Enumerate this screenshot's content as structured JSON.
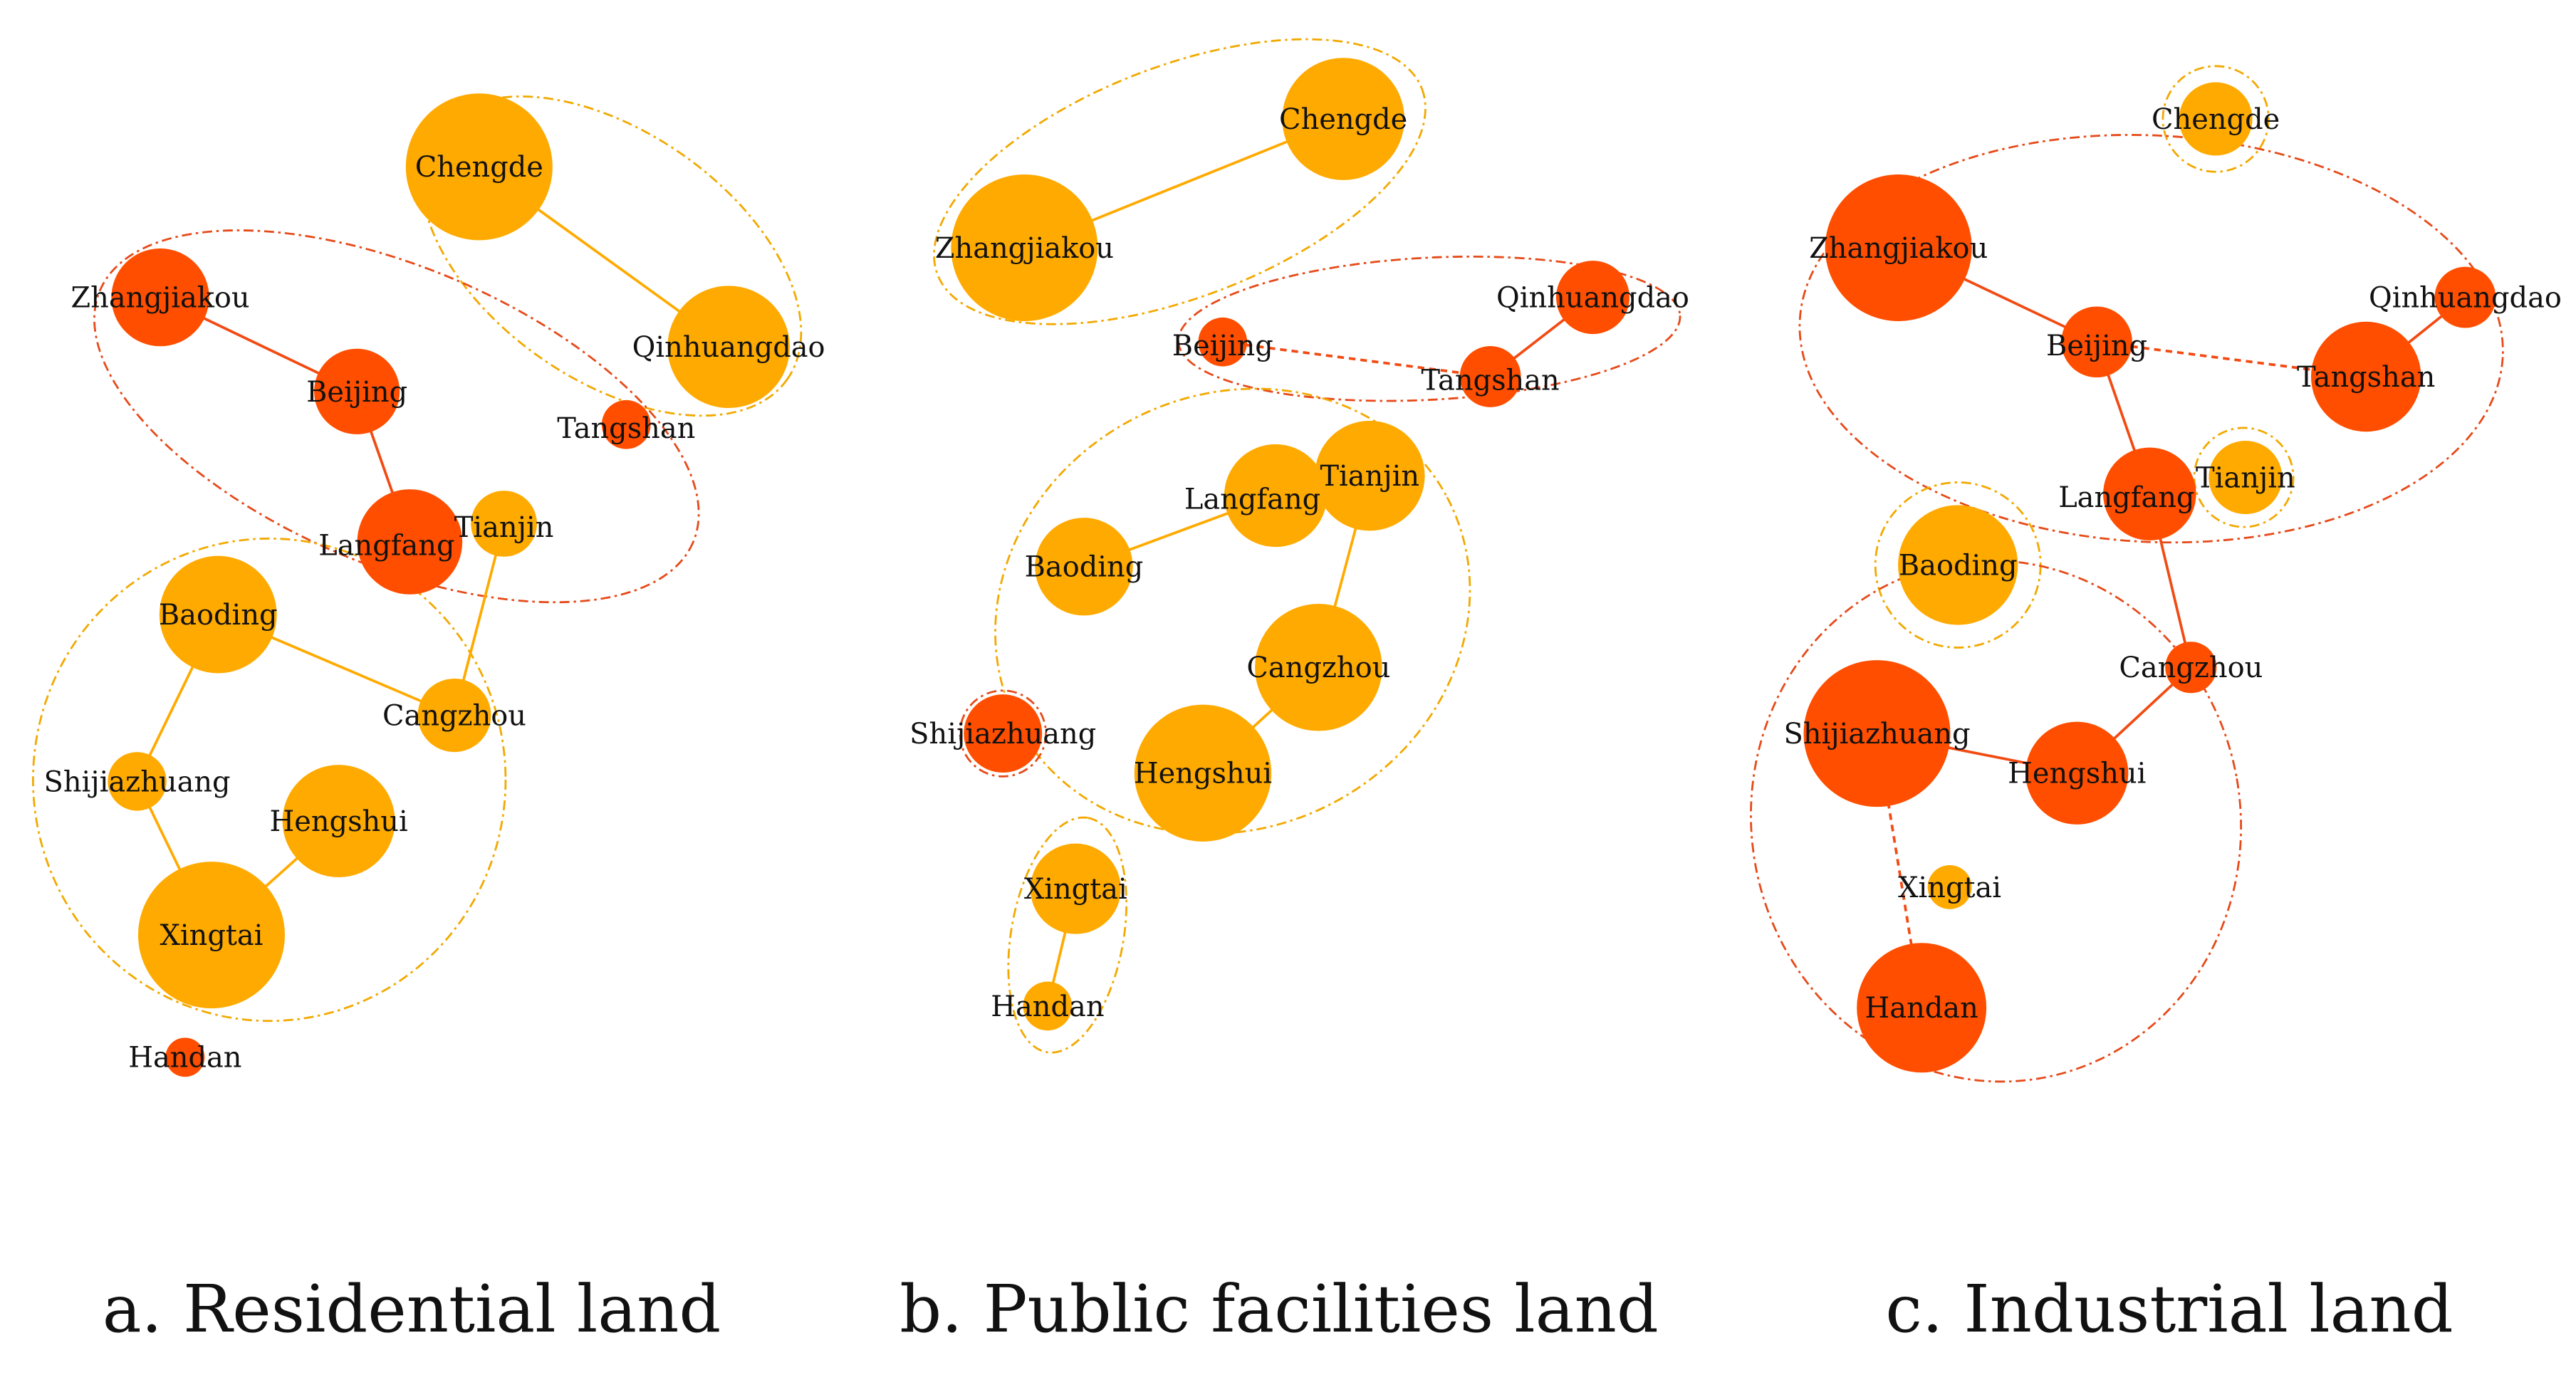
{
  "colors": {
    "orange": "#FFAA00",
    "red": "#FF4E00",
    "edge_orange": "#FFAA00",
    "edge_red": "#F24A12",
    "cluster_orange": "#F2A900",
    "cluster_red": "#E64A19"
  },
  "panels": [
    {
      "id": "a",
      "caption": "a. Residential land",
      "nodes": [
        {
          "name": "Chengde",
          "label": "Chengde",
          "color": "orange",
          "size": 6
        },
        {
          "name": "Qinhuangdao",
          "label": "Qinhuangdao",
          "color": "orange",
          "size": 5
        },
        {
          "name": "Zhangjiakou",
          "label": "Zhangjiakou",
          "color": "red",
          "size": 4
        },
        {
          "name": "Beijing",
          "label": "Beijing",
          "color": "red",
          "size": 3.5
        },
        {
          "name": "Tangshan",
          "label": "Tangshan",
          "color": "red",
          "size": 2
        },
        {
          "name": "Langfang",
          "label": "Langfang",
          "color": "red",
          "size": 4.3
        },
        {
          "name": "Tianjin",
          "label": "Tianjin",
          "color": "orange",
          "size": 2.7
        },
        {
          "name": "Baoding",
          "label": "Baoding",
          "color": "orange",
          "size": 4.8
        },
        {
          "name": "Cangzhou",
          "label": "Cangzhou",
          "color": "orange",
          "size": 3
        },
        {
          "name": "Shijiazhuang",
          "label": "Shijiazhuang",
          "color": "orange",
          "size": 2.4
        },
        {
          "name": "Hengshui",
          "label": "Hengshui",
          "color": "orange",
          "size": 4.6
        },
        {
          "name": "Xingtai",
          "label": "Xingtai",
          "color": "orange",
          "size": 6
        },
        {
          "name": "Handan",
          "label": "Handan",
          "color": "red",
          "size": 1.6
        }
      ],
      "edges": [
        {
          "from": "Chengde",
          "to": "Qinhuangdao",
          "color": "edge_orange",
          "dashed": false
        },
        {
          "from": "Zhangjiakou",
          "to": "Beijing",
          "color": "edge_red",
          "dashed": false
        },
        {
          "from": "Beijing",
          "to": "Langfang",
          "color": "edge_red",
          "dashed": false
        },
        {
          "from": "Tianjin",
          "to": "Cangzhou",
          "color": "edge_orange",
          "dashed": false
        },
        {
          "from": "Baoding",
          "to": "Cangzhou",
          "color": "edge_orange",
          "dashed": false
        },
        {
          "from": "Baoding",
          "to": "Shijiazhuang",
          "color": "edge_orange",
          "dashed": false
        },
        {
          "from": "Shijiazhuang",
          "to": "Xingtai",
          "color": "edge_orange",
          "dashed": false
        },
        {
          "from": "Hengshui",
          "to": "Xingtai",
          "color": "edge_orange",
          "dashed": false
        }
      ]
    },
    {
      "id": "b",
      "caption": "b. Public facilities land",
      "nodes": [
        {
          "name": "Chengde",
          "label": "Chengde",
          "color": "orange",
          "size": 5
        },
        {
          "name": "Zhangjiakou",
          "label": "Zhangjiakou",
          "color": "orange",
          "size": 6
        },
        {
          "name": "Qinhuangdao",
          "label": "Qinhuangdao",
          "color": "red",
          "size": 3
        },
        {
          "name": "Beijing",
          "label": "Beijing",
          "color": "red",
          "size": 2
        },
        {
          "name": "Tangshan",
          "label": "Tangshan",
          "color": "red",
          "size": 2.5
        },
        {
          "name": "Tianjin",
          "label": "Tianjin",
          "color": "orange",
          "size": 4.5
        },
        {
          "name": "Langfang",
          "label": "Langfang",
          "color": "orange",
          "size": 4.2
        },
        {
          "name": "Baoding",
          "label": "Baoding",
          "color": "orange",
          "size": 4
        },
        {
          "name": "Cangzhou",
          "label": "Cangzhou",
          "color": "orange",
          "size": 5.2
        },
        {
          "name": "Shijiazhuang",
          "label": "Shijiazhuang",
          "color": "red",
          "size": 3.2
        },
        {
          "name": "Hengshui",
          "label": "Hengshui",
          "color": "orange",
          "size": 5.6
        },
        {
          "name": "Xingtai",
          "label": "Xingtai",
          "color": "orange",
          "size": 3.7
        },
        {
          "name": "Handan",
          "label": "Handan",
          "color": "orange",
          "size": 2
        }
      ],
      "edges": [
        {
          "from": "Zhangjiakou",
          "to": "Chengde",
          "color": "edge_orange",
          "dashed": false
        },
        {
          "from": "Beijing",
          "to": "Tangshan",
          "color": "edge_red",
          "dashed": true
        },
        {
          "from": "Tangshan",
          "to": "Qinhuangdao",
          "color": "edge_red",
          "dashed": false
        },
        {
          "from": "Baoding",
          "to": "Langfang",
          "color": "edge_orange",
          "dashed": false
        },
        {
          "from": "Tianjin",
          "to": "Cangzhou",
          "color": "edge_orange",
          "dashed": false
        },
        {
          "from": "Cangzhou",
          "to": "Hengshui",
          "color": "edge_orange",
          "dashed": false
        },
        {
          "from": "Xingtai",
          "to": "Handan",
          "color": "edge_orange",
          "dashed": false
        }
      ]
    },
    {
      "id": "c",
      "caption": "c. Industrial land",
      "nodes": [
        {
          "name": "Chengde",
          "label": "Chengde",
          "color": "orange",
          "size": 3
        },
        {
          "name": "Zhangjiakou",
          "label": "Zhangjiakou",
          "color": "red",
          "size": 6
        },
        {
          "name": "Qinhuangdao",
          "label": "Qinhuangdao",
          "color": "red",
          "size": 2.5
        },
        {
          "name": "Beijing",
          "label": "Beijing",
          "color": "red",
          "size": 2.9
        },
        {
          "name": "Tangshan",
          "label": "Tangshan",
          "color": "red",
          "size": 4.5
        },
        {
          "name": "Langfang",
          "label": "Langfang",
          "color": "red",
          "size": 3.8
        },
        {
          "name": "Tianjin",
          "label": "Tianjin",
          "color": "orange",
          "size": 3
        },
        {
          "name": "Baoding",
          "label": "Baoding",
          "color": "orange",
          "size": 4.9
        },
        {
          "name": "Cangzhou",
          "label": "Cangzhou",
          "color": "red",
          "size": 2.1
        },
        {
          "name": "Shijiazhuang",
          "label": "Shijiazhuang",
          "color": "red",
          "size": 6
        },
        {
          "name": "Hengshui",
          "label": "Hengshui",
          "color": "red",
          "size": 4.2
        },
        {
          "name": "Xingtai",
          "label": "Xingtai",
          "color": "orange",
          "size": 1.8
        },
        {
          "name": "Handan",
          "label": "Handan",
          "color": "red",
          "size": 5.3
        }
      ],
      "edges": [
        {
          "from": "Zhangjiakou",
          "to": "Beijing",
          "color": "edge_red",
          "dashed": false
        },
        {
          "from": "Beijing",
          "to": "Tangshan",
          "color": "edge_red",
          "dashed": true
        },
        {
          "from": "Tangshan",
          "to": "Qinhuangdao",
          "color": "edge_red",
          "dashed": false
        },
        {
          "from": "Beijing",
          "to": "Langfang",
          "color": "edge_red",
          "dashed": false
        },
        {
          "from": "Langfang",
          "to": "Cangzhou",
          "color": "edge_red",
          "dashed": false
        },
        {
          "from": "Cangzhou",
          "to": "Hengshui",
          "color": "edge_red",
          "dashed": false
        },
        {
          "from": "Shijiazhuang",
          "to": "Hengshui",
          "color": "edge_red",
          "dashed": false
        },
        {
          "from": "Shijiazhuang",
          "to": "Handan",
          "color": "edge_red",
          "dashed": true
        }
      ]
    }
  ]
}
